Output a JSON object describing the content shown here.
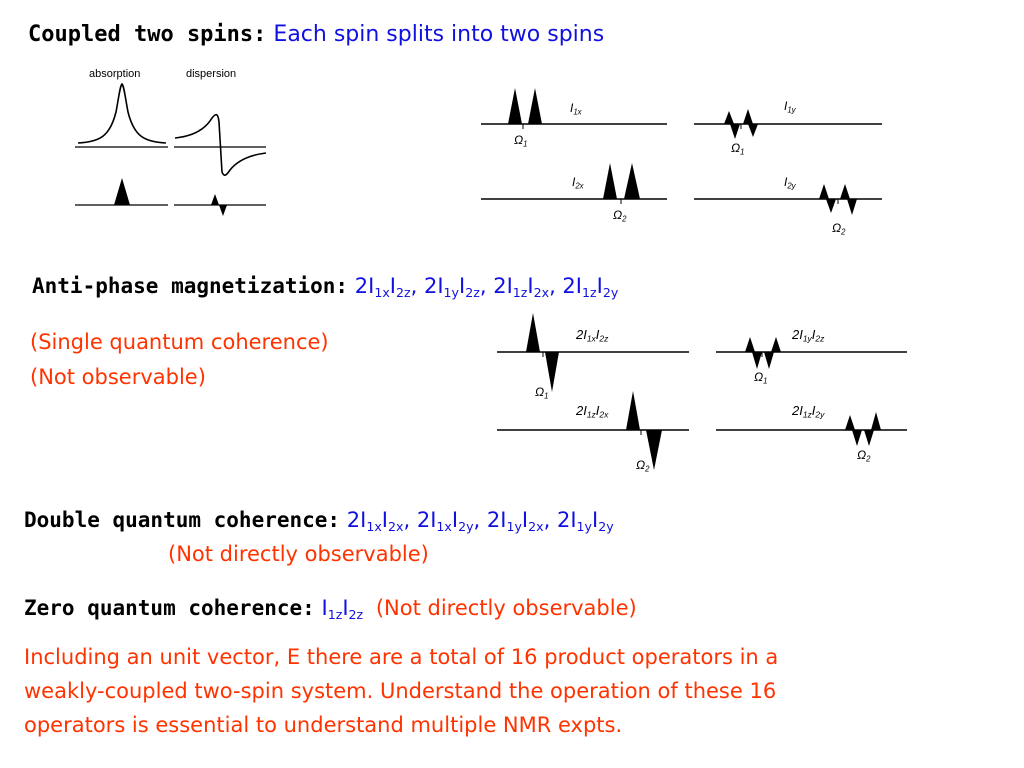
{
  "heading1": {
    "bold": "Coupled two spins:",
    "text": "Each spin splits into two spins"
  },
  "fig_top_left": {
    "absorption": "absorption",
    "dispersion": "dispersion"
  },
  "fig_top_right": {
    "l1x": "I",
    "l1x_sub": "1x",
    "l1y": "I",
    "l1y_sub": "1y",
    "l2x": "I",
    "l2x_sub": "2x",
    "l2y": "I",
    "l2y_sub": "2y",
    "omega": "Ω",
    "sub1": "1",
    "sub2": "2"
  },
  "anti_phase": {
    "bold": "Anti-phase magnetization:",
    "ops": [
      {
        "a": "2I",
        "a_sub": "1x",
        "b": "I",
        "b_sub": "2z",
        "sep": ", "
      },
      {
        "a": "2I",
        "a_sub": "1y",
        "b": "I",
        "b_sub": "2z",
        "sep": ", "
      },
      {
        "a": "2I",
        "a_sub": "1z",
        "b": "I",
        "b_sub": "2x",
        "sep": ", "
      },
      {
        "a": "2I",
        "a_sub": "1z",
        "b": "I",
        "b_sub": "2y",
        "sep": ""
      }
    ],
    "note1": "(Single quantum coherence)",
    "note2": "(Not observable)"
  },
  "fig_mid": {
    "a": {
      "pre": "2I",
      "s1": "1x",
      "mid": "I",
      "s2": "2z"
    },
    "b": {
      "pre": "2I",
      "s1": "1y",
      "mid": "I",
      "s2": "2z"
    },
    "c": {
      "pre": "2I",
      "s1": "1z",
      "mid": "I",
      "s2": "2x"
    },
    "d": {
      "pre": "2I",
      "s1": "1z",
      "mid": "I",
      "s2": "2y"
    }
  },
  "double_quantum": {
    "bold": "Double quantum coherence:",
    "ops": [
      {
        "a": "2I",
        "a_sub": "1x",
        "b": "I",
        "b_sub": "2x",
        "sep": ", "
      },
      {
        "a": "2I",
        "a_sub": "1x",
        "b": "I",
        "b_sub": "2y",
        "sep": ", "
      },
      {
        "a": "2I",
        "a_sub": "1y",
        "b": "I",
        "b_sub": "2x",
        "sep": ", "
      },
      {
        "a": "2I",
        "a_sub": "1y",
        "b": "I",
        "b_sub": "2y",
        "sep": ""
      }
    ],
    "note": "(Not directly observable)"
  },
  "zero_quantum": {
    "bold": "Zero quantum coherence:",
    "op": {
      "a": "I",
      "a_sub": "1z",
      "b": "I",
      "b_sub": "2z"
    },
    "note": "(Not directly observable)"
  },
  "paragraph": {
    "line1": "Including an unit vector, E there are a total of 16 product operators in a",
    "line2": "weakly-coupled two-spin system. Understand the operation of these 16",
    "line3": "operators is essential to understand multiple NMR expts."
  }
}
